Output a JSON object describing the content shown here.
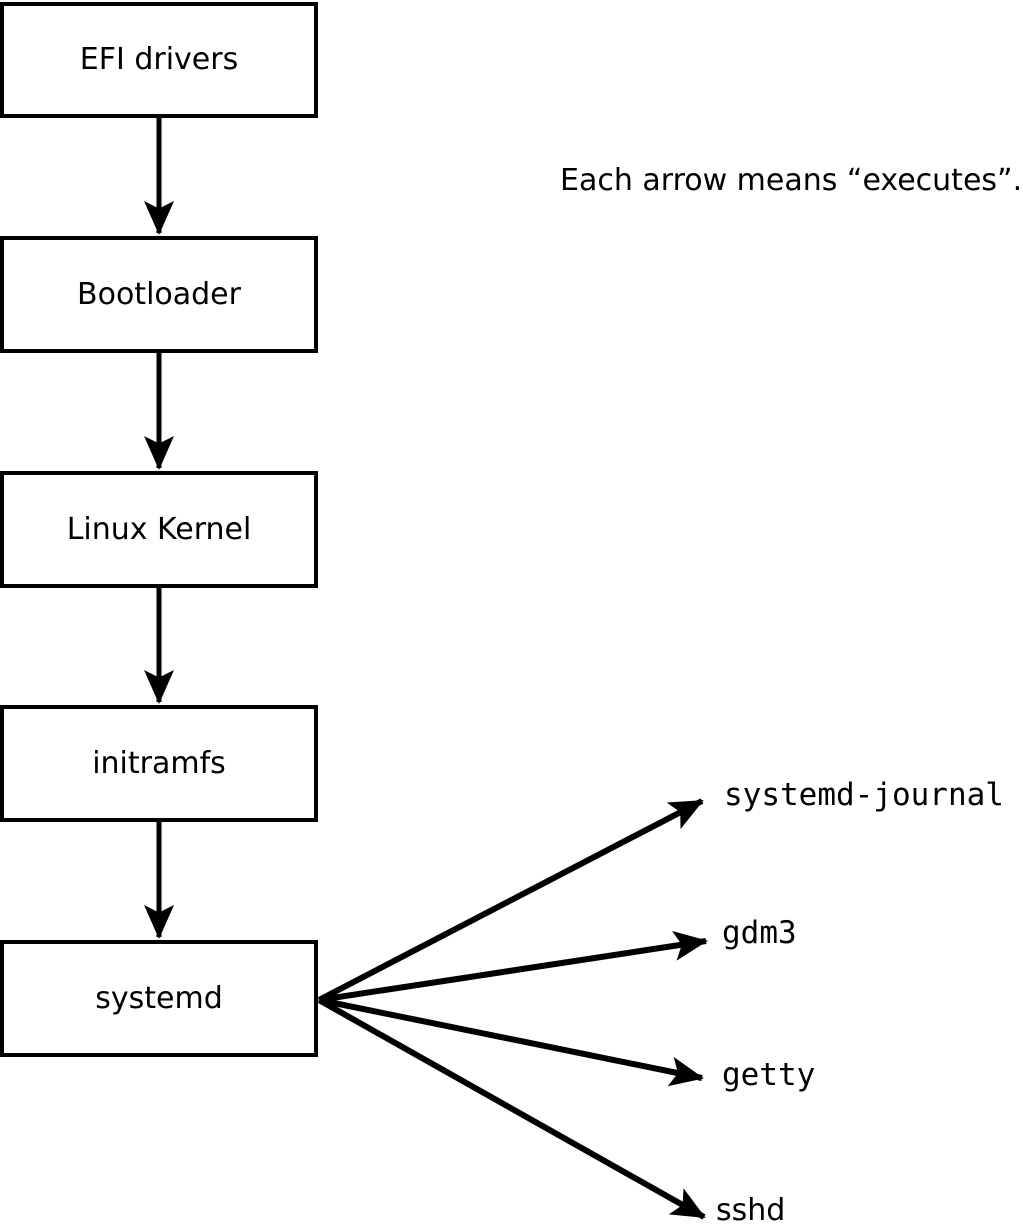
{
  "caption": "Each arrow means “executes”.",
  "diagram": {
    "arrow_meaning": "executes",
    "chain": [
      {
        "id": "efi-drivers",
        "label": "EFI drivers"
      },
      {
        "id": "bootloader",
        "label": "Bootloader"
      },
      {
        "id": "linux-kernel",
        "label": "Linux Kernel"
      },
      {
        "id": "initramfs",
        "label": "initramfs"
      },
      {
        "id": "systemd",
        "label": "systemd"
      }
    ],
    "spawned_processes": [
      {
        "id": "systemd-journal",
        "label": "systemd-journal"
      },
      {
        "id": "gdm3",
        "label": "gdm3"
      },
      {
        "id": "getty",
        "label": "getty"
      },
      {
        "id": "sshd",
        "label": "sshd"
      }
    ],
    "colors": {
      "stroke": "#000000",
      "box_fill": "#ffffff",
      "background": "#ffffff",
      "text": "#000000"
    }
  }
}
